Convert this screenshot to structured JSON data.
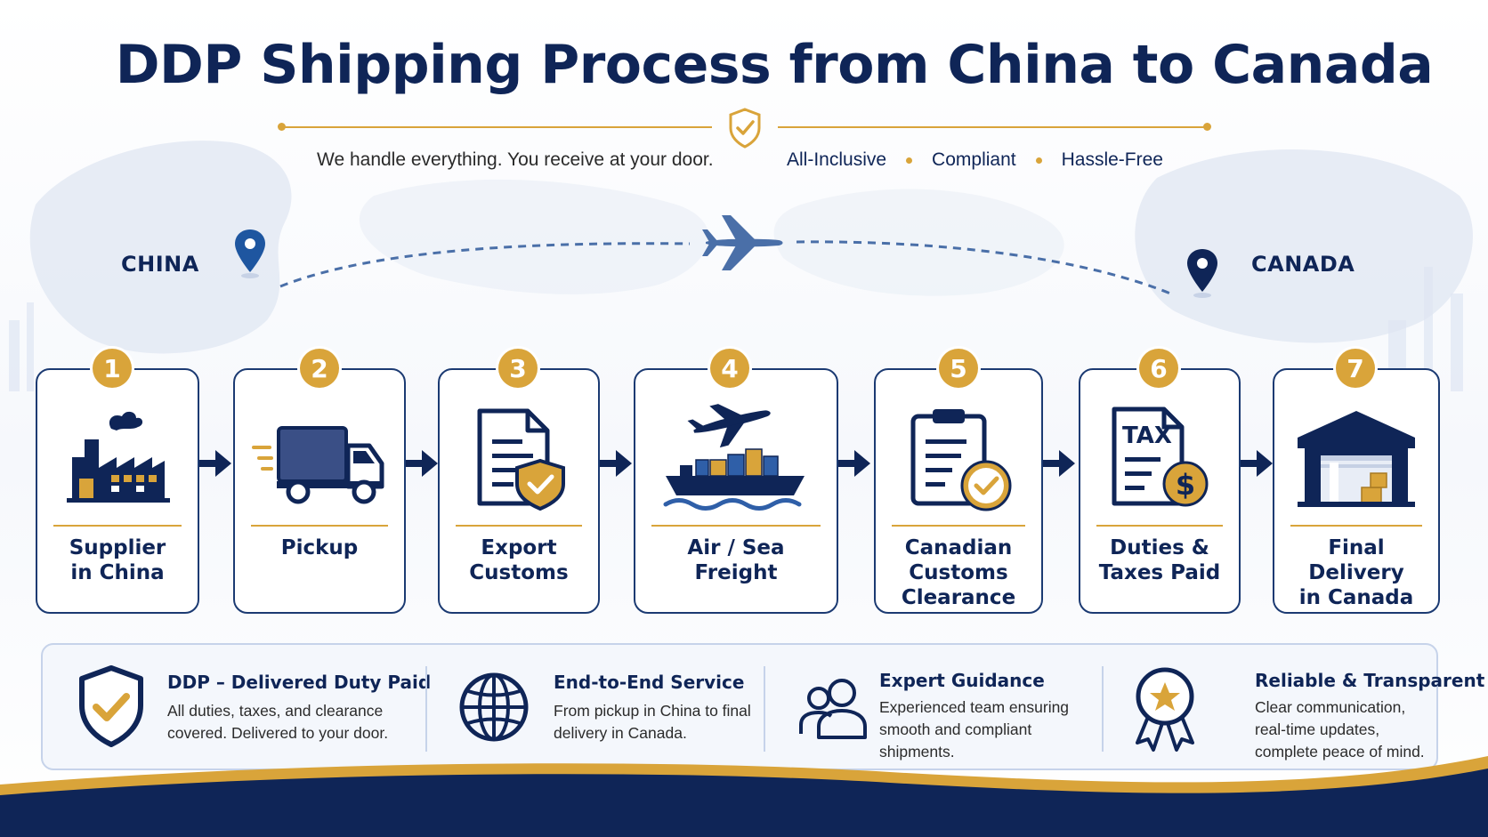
{
  "title": "DDP Shipping Process from China to Canada",
  "tagline": "We handle everything. You receive at your door.",
  "pills": [
    "All-Inclusive",
    "Compliant",
    "Hassle-Free"
  ],
  "origin": "CHINA",
  "destination": "CANADA",
  "steps": [
    {
      "number": "1",
      "label": "Supplier\nin China",
      "icon": "factory-icon"
    },
    {
      "number": "2",
      "label": "Pickup",
      "icon": "truck-icon"
    },
    {
      "number": "3",
      "label": "Export\nCustoms",
      "icon": "document-shield-icon"
    },
    {
      "number": "4",
      "label": "Air / Sea\nFreight",
      "icon": "plane-ship-icon"
    },
    {
      "number": "5",
      "label": "Canadian\nCustoms\nClearance",
      "icon": "clipboard-check-icon"
    },
    {
      "number": "6",
      "label": "Duties &\nTaxes Paid",
      "icon": "tax-document-icon",
      "icon_text": "TAX"
    },
    {
      "number": "7",
      "label": "Final Delivery\nin Canada",
      "icon": "warehouse-icon"
    }
  ],
  "features": [
    {
      "title": "DDP – Delivered Duty Paid",
      "body": "All duties, taxes, and clearance covered. Delivered to your door.",
      "icon": "shield-check-icon"
    },
    {
      "title": "End-to-End Service",
      "body": "From pickup in China to final delivery in Canada.",
      "icon": "globe-icon"
    },
    {
      "title": "Expert Guidance",
      "body": "Experienced team ensuring smooth and compliant shipments.",
      "icon": "team-icon"
    },
    {
      "title": "Reliable & Transparent",
      "body": "Clear communication, real-time updates, complete peace of mind.",
      "icon": "award-ribbon-icon"
    }
  ],
  "colors": {
    "navy": "#0f2557",
    "gold": "#d9a43a",
    "route": "#4a6fa8"
  }
}
